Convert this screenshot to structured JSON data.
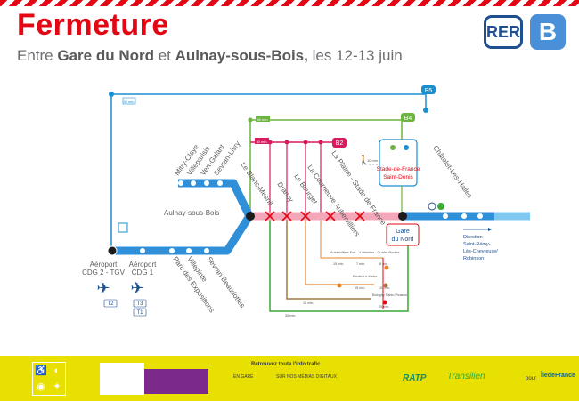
{
  "header": {
    "title": "Fermeture",
    "subtitle_pre": "Entre ",
    "subtitle_from": "Gare du Nord",
    "subtitle_mid": " et ",
    "subtitle_to": "Aulnay-sous-Bois,",
    "subtitle_post": " les 12-13 juin",
    "rer_label": "RER",
    "line_label": "B"
  },
  "colors": {
    "rer_blue": "#2f8fd8",
    "closure_pink": "#f4a7b9",
    "closure_red": "#e30613",
    "bus_b2": "#d81b60",
    "bus_b4": "#6cb33f",
    "bus_b5": "#1a8fd0",
    "bus_brown": "#a07840",
    "bus_orange": "#e4852d",
    "footer_yellow": "#e8e000"
  },
  "stations": {
    "mitry": "Mitry-Claye",
    "villeparisis": "Villeparisis",
    "vert_galant": "Vert-Galant",
    "sevran_livry": "Sevran-Livry",
    "aulnay": "Aulnay-sous-Bois",
    "aeroport_cdg2": "Aéroport CDG 2 - TGV",
    "aeroport_cdg1": "Aéroport CDG 1",
    "parc_expo": "Parc des Expositions",
    "villepinte": "Villepinte",
    "sevran_beaudottes": "Sevran Beaudottes",
    "blanc_mesnil": "Le Blanc-Mesnil",
    "drancy": "Drancy",
    "le_bourget": "Le Bourget",
    "la_courneuve": "La Courneuve Aubervilliers",
    "la_plaine": "La Plaine - Stade de France",
    "stade_de_france": "Stade-de-France Saint-Denis",
    "gare_du_nord": "Gare du Nord",
    "chatelet": "Châtelet-Les-Halles",
    "direction": "Direction Saint-Rémy-Lès-Chevreuse/ Robinson"
  },
  "terminals": {
    "t2": "T2",
    "t3": "T3",
    "t1": "T1"
  },
  "buses": {
    "b5": "B5",
    "b4": "B4",
    "b2": "B2",
    "b5_time": "30 min.",
    "b4_time": "45 min.",
    "b2_time": "40 min.",
    "walk_time": "10 min.",
    "aubervilliers_label": "Aubervilliers Fort - 4 chemins - Quatre-Routes",
    "pantin_label": "Pantin-Le-Metro",
    "bobigny_label": "Bobigny Pablo Picasso",
    "time_a": "15 min.",
    "time_b": "7 min.",
    "time_c": "8 min.",
    "time_d": "15 min.",
    "time_e": "15 min.",
    "time_f": "25 min.",
    "time_g": "15 min.",
    "time_h": "30 min."
  },
  "footer": {
    "heading": "Retrouvez toute l'info trafic",
    "col1": "EN GARE",
    "col2": "SUR NOS MÉDIAS DIGITAUX",
    "ratp": "RATP",
    "transilien": "Transilien",
    "pour": "pour",
    "idf": "ÎledeFrance"
  }
}
